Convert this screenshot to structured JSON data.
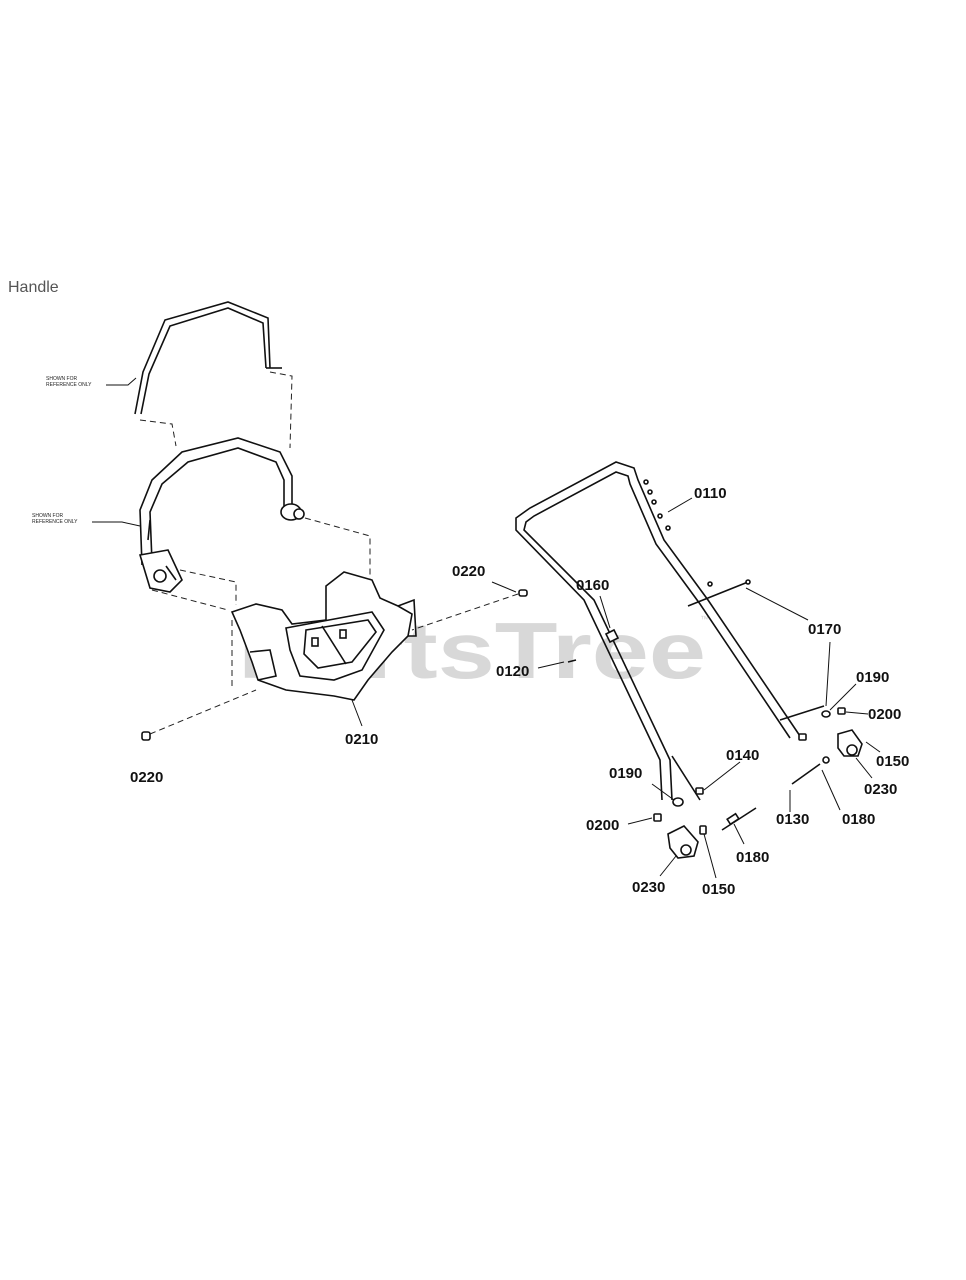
{
  "header_fragment": "Handle",
  "watermark": {
    "text": "PartsTree",
    "trademark": "™"
  },
  "notes": {
    "shown_for_reference_top": [
      "SHOWN FOR",
      "REFERENCE ONLY"
    ],
    "shown_for_reference_mid": [
      "SHOWN FOR",
      "REFERENCE ONLY"
    ]
  },
  "callouts": {
    "p0110": "0110",
    "p0220_top": "0220",
    "p0160": "0160",
    "p0170": "0170",
    "p0120": "0120",
    "p0190_right": "0190",
    "p0200_right": "0200",
    "p0210": "0210",
    "p0140": "0140",
    "p0150_right": "0150",
    "p0220_bottom": "0220",
    "p0190_left": "0190",
    "p0230_right": "0230",
    "p0180_right": "0180",
    "p0200_left": "0200",
    "p0130": "0130",
    "p0180_left": "0180",
    "p0230_left": "0230",
    "p0150_left": "0150"
  }
}
